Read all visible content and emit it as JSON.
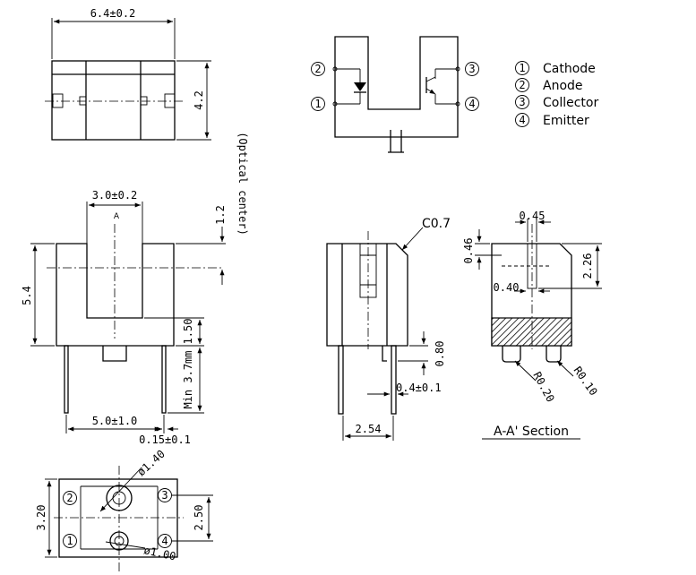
{
  "dims": {
    "top_width": "6.4±0.2",
    "top_height": "4.2",
    "optical": "1.2",
    "optical_label": "(Optical center)",
    "slot_width": "3.0±0.2",
    "section_marker": "A",
    "body_height": "5.4",
    "min_label": "1.50",
    "lead_len": "Min 3.7mm",
    "pin_span": "5.0±1.0",
    "pin_thick": "0.15±0.1",
    "chamfer": "C0.7",
    "p080": "0.80",
    "p04": "0.4±0.1",
    "pitch": "2.54",
    "w045": "0.45",
    "h046": "0.46",
    "h226": "2.26",
    "w040": "0.40",
    "r020": "R0.20",
    "r010": "R0.10",
    "section_title": "A-A' Section",
    "d140": "ø1.40",
    "d100": "ø1.00",
    "h320": "3.20",
    "h250": "2.50"
  },
  "pins": [
    {
      "num": "1",
      "name": "Cathode"
    },
    {
      "num": "2",
      "name": "Anode"
    },
    {
      "num": "3",
      "name": "Collector"
    },
    {
      "num": "4",
      "name": "Emitter"
    }
  ],
  "schematic_nums": {
    "p2": "2",
    "p1": "1",
    "p3": "3",
    "p4": "4"
  },
  "bottom_nums": {
    "b2": "2",
    "b1": "1",
    "b3": "3",
    "b4": "4"
  }
}
